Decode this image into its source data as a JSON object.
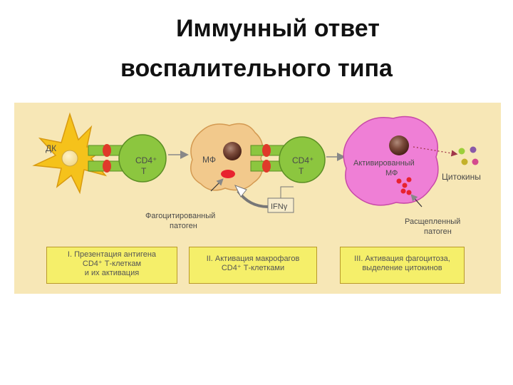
{
  "title": {
    "line1": "Иммунный ответ",
    "line2": "воспалительного типа"
  },
  "cells": {
    "dc": "ДК",
    "t1_line1": "CD4⁺",
    "t1_line2": "Т",
    "macrophage": "МФ",
    "t2_line1": "CD4⁺",
    "t2_line2": "Т",
    "activated_line1": "Активированный",
    "activated_line2": "МФ",
    "cytokines": "Цитокины",
    "ifn": "IFNγ",
    "phago_line1": "Фагоцитированный",
    "phago_line2": "патоген",
    "split_line1": "Расщепленный",
    "split_line2": "патоген"
  },
  "stages": [
    {
      "line1": "I. Презентация антигена",
      "line2": "CD4⁺ Т-клеткам",
      "line3": "и их активация"
    },
    {
      "line1": "II. Активация макрофагов",
      "line2": "CD4⁺ Т-клетками"
    },
    {
      "line1": "III. Активация фагоцитоза,",
      "line2": "выделение цитокинов"
    }
  ],
  "colors": {
    "background": "#f7e7b6",
    "dendritic_cell": "#f5c21b",
    "t_cell": "#8cc63f",
    "macrophage": "#f2c98c",
    "activated_macrophage": "#ef7fd6",
    "stage_box": "#f5ef6a",
    "pathogen": "#e8222e"
  }
}
